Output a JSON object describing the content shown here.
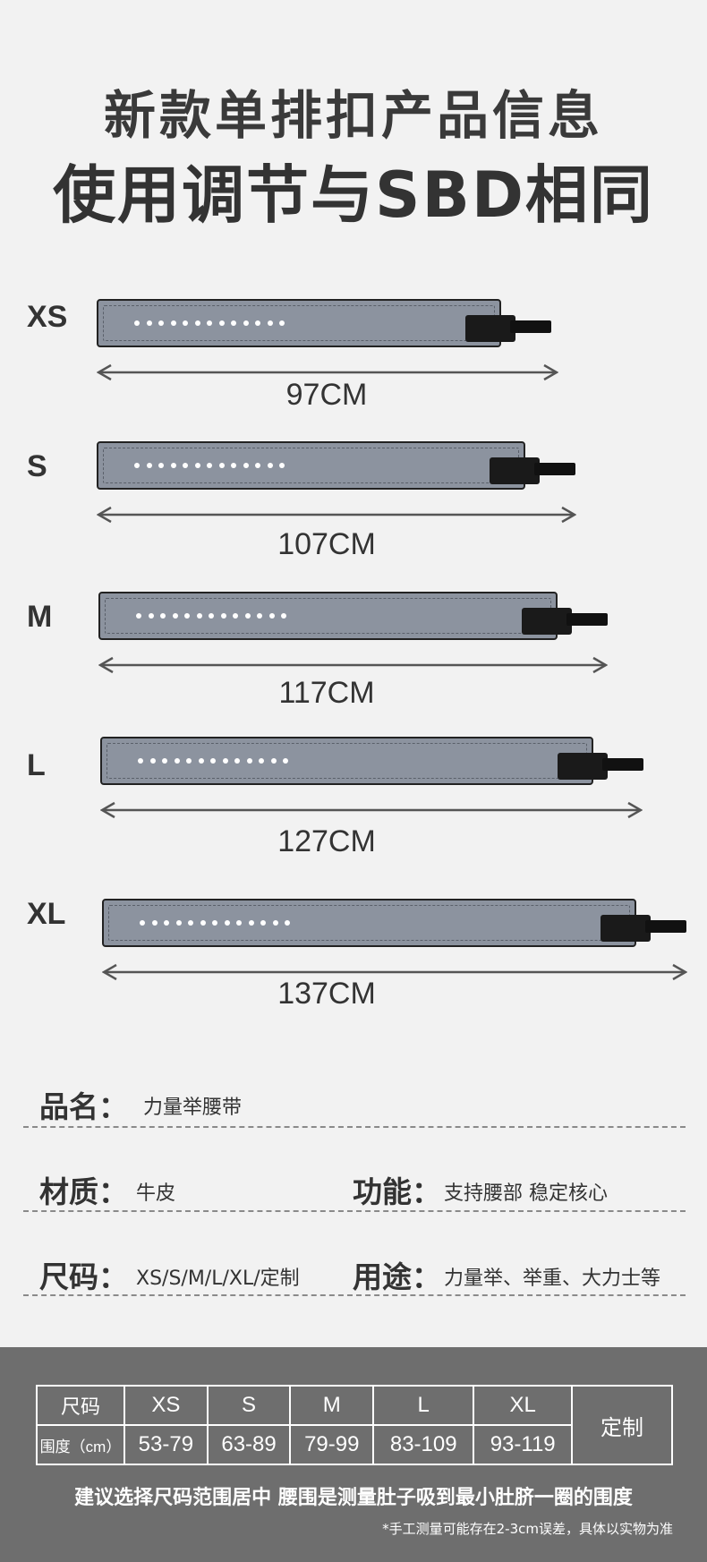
{
  "header": {
    "title_line1": "新款单排扣产品信息",
    "title_line2": "使用调节与SBD相同"
  },
  "belts": [
    {
      "size": "XS",
      "length": "97CM"
    },
    {
      "size": "S",
      "length": "107CM"
    },
    {
      "size": "M",
      "length": "117CM"
    },
    {
      "size": "L",
      "length": "127CM"
    },
    {
      "size": "XL",
      "length": "137CM"
    }
  ],
  "info": {
    "name_key": "品名：",
    "name_val": "力量举腰带",
    "material_key": "材质：",
    "material_val": "牛皮",
    "function_key": "功能：",
    "function_val": "支持腰部 稳定核心",
    "size_key": "尺码：",
    "size_val": "XS/S/M/L/XL/定制",
    "use_key": "用途：",
    "use_val": "力量举、举重、大力士等"
  },
  "size_table": {
    "row1_head": "尺码",
    "row2_head": "围度（cm）",
    "sizes": [
      "XS",
      "S",
      "M",
      "L",
      "XL"
    ],
    "ranges": [
      "53-79",
      "63-89",
      "79-99",
      "83-109",
      "93-119"
    ],
    "custom": "定制"
  },
  "advice": "建议选择尺码范围居中   腰围是测量肚子吸到最小肚脐一圈的围度",
  "note": "*手工测量可能存在2-3cm误差，具体以实物为准",
  "colors": {
    "belt": "#8c939f",
    "buckle": "#1a1a1a",
    "panel": "#6e6e6e",
    "background": "#f2f2f2"
  }
}
